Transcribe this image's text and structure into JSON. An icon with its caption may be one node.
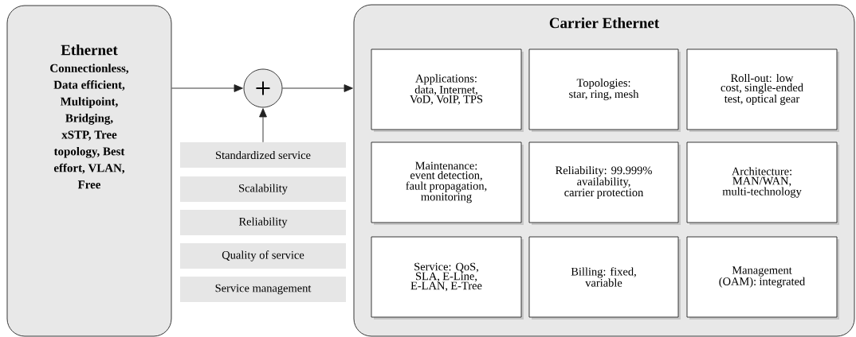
{
  "diagram": {
    "nodes": [
      {
        "text": [
          "Ethernet",
          "Connectionless, Data efficient, Multipoint, Bridging, xSTP, Tree topology, Best effort, VLAN, Free"
        ]
      },
      {
        "text": [
          "+"
        ]
      },
      {
        "text": [
          "Standardized service"
        ]
      },
      {
        "text": [
          "Scalability"
        ]
      },
      {
        "text": [
          "Reliability"
        ]
      },
      {
        "text": [
          "Quality of service"
        ]
      },
      {
        "text": [
          "Service management"
        ]
      },
      {
        "text": [
          "Carrier Ethernet"
        ]
      },
      {
        "text": [
          "Applications: data, Internet, VoD, VoIP, TPS"
        ],
        "in": 7
      },
      {
        "text": [
          "Topologies: star, ring, mesh"
        ],
        "in": 7
      },
      {
        "text": [
          "Roll-out: low cost, single-ended test, optical gear"
        ],
        "in": 7
      },
      {
        "text": [
          "Maintenance: event detection, fault propagation, monitoring"
        ],
        "in": 7
      },
      {
        "text": [
          "Reliability: 99.999% availability, carrier protection"
        ],
        "in": 7
      },
      {
        "text": [
          "Architecture: MAN/WAN, multi-technology"
        ],
        "in": 7
      },
      {
        "text": [
          "Service: QoS, SLA, E-Line, E-LAN, E-Tree"
        ],
        "in": 7
      },
      {
        "text": [
          "Billing: fixed, variable"
        ],
        "in": 7
      },
      {
        "text": [
          "Management (OAM): integrated"
        ],
        "in": 7
      }
    ],
    "edges": [
      {
        "from": 0,
        "to": 1,
        "arrow": "to"
      },
      {
        "from": 2,
        "to": 1,
        "arrow": "to"
      },
      {
        "from": 1,
        "to": 7,
        "arrow": "to"
      }
    ]
  }
}
